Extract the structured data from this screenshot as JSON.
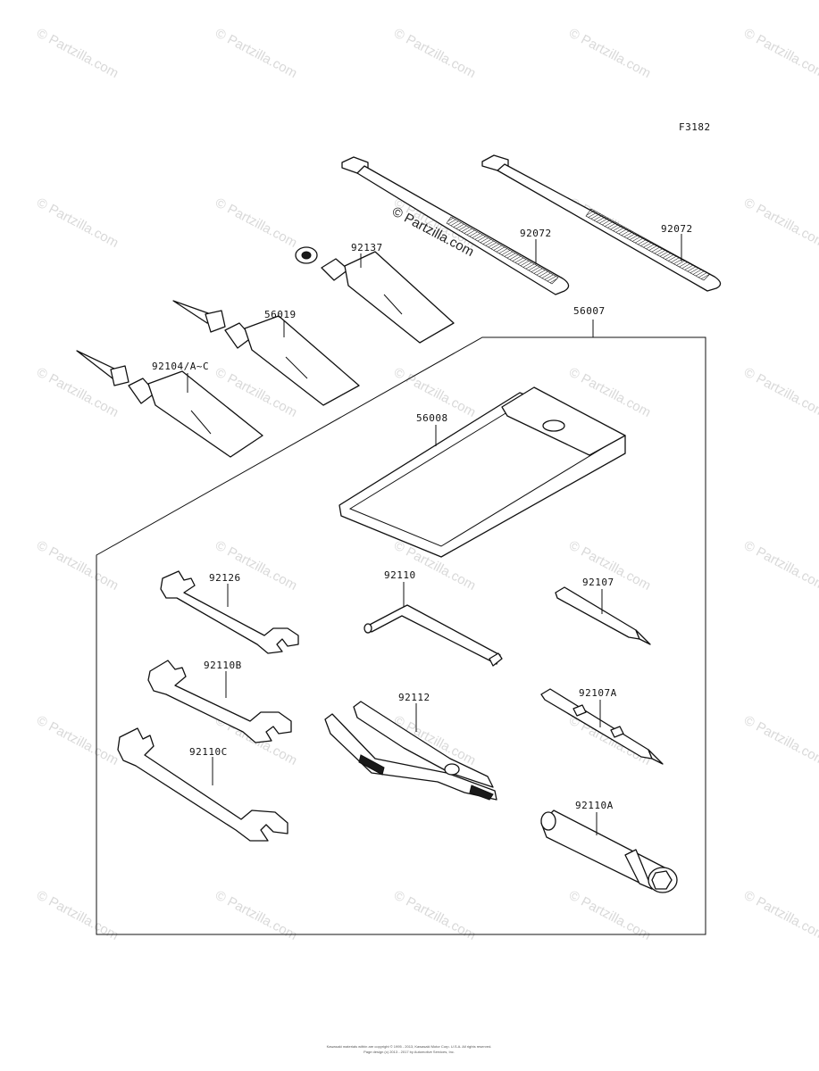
{
  "figure_code": "F3182",
  "watermark_text": "© Partzilla.com",
  "footer": {
    "line1": "Kawasaki materials within are copyright © 1995 - 2013, Kawasaki Motor Corp. U.S.A. All rights reserved.",
    "line2": "Page design (c) 2013 - 2017 by Automotive Services, Inc."
  },
  "parts": {
    "p92072a": "92072",
    "p92072b": "92072",
    "p92137": "92137",
    "p56019": "56019",
    "p92104": "92104/A~C",
    "p56007": "56007",
    "p56008": "56008",
    "p92126": "92126",
    "p92110": "92110",
    "p92107": "92107",
    "p92110B": "92110B",
    "p92112": "92112",
    "p92107A": "92107A",
    "p92110C": "92110C",
    "p92110A": "92110A"
  }
}
